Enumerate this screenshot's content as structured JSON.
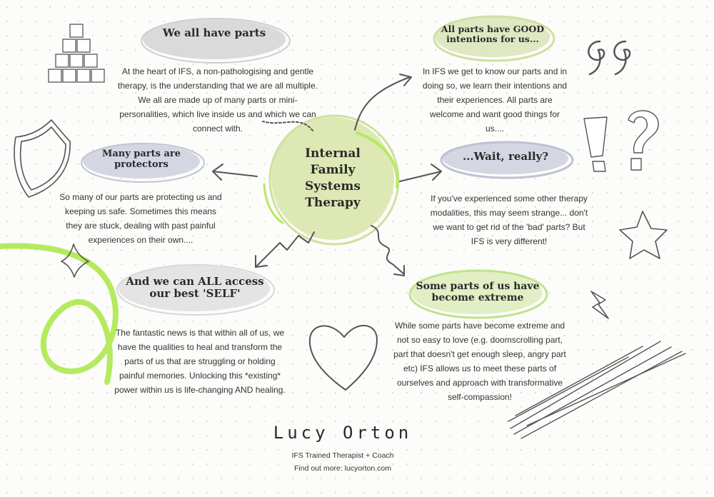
{
  "center": {
    "title": "Internal Family Systems Therapy"
  },
  "nodes": {
    "parts": {
      "title": "We all have parts",
      "body": "At the heart of IFS, a non-pathologising and gentle therapy, is the understanding that we are all multiple. We all are made up of many parts or mini-personalities, which live inside us and which we can connect with."
    },
    "good_intentions": {
      "title": "All parts have GOOD intentions for us...",
      "body": "In IFS we get to know our parts and in doing so, we learn their intentions and their experiences. All parts are welcome and want good things for us...."
    },
    "protectors": {
      "title": "Many parts are protectors",
      "body": "So many of our parts are protecting us and keeping us safe. Sometimes this means they are stuck, dealing with past painful experiences on their own...."
    },
    "wait": {
      "title": "...Wait, really?",
      "body": "If you've experienced some other therapy modalities, this may seem strange... don't we want to get rid of the 'bad' parts? But IFS is very different!"
    },
    "self": {
      "title": "And we can ALL access our best 'SELF'",
      "body": "The fantastic news is that within all of us, we have the qualities to heal and transform the parts of us that are struggling or holding painful memories. Unlocking this *existing* power within us is life-changing AND healing."
    },
    "extreme": {
      "title": "Some parts of us have become extreme",
      "body": "While some parts have become extreme and not so easy to love (e.g. doomscrolling part, part that doesn't get enough sleep, angry part etc) IFS allows us to meet these parts of ourselves and approach with transformative self-compassion!"
    }
  },
  "footer": {
    "signature": "Lucy Orton",
    "role": "IFS Trained Therapist + Coach",
    "link": "Find out more: lucyorton.com"
  },
  "colors": {
    "green": "#cfe09e",
    "lime": "#b6ea5e",
    "grey": "#dadada",
    "blue_grey": "#c9cdd9",
    "ink": "#555555"
  },
  "icons": [
    "blocks-pyramid-icon",
    "quote-marks-icon",
    "shield-icon",
    "exclamation-question-icon",
    "star-icon",
    "diamond-sparkle-icon",
    "lightning-icon",
    "heart-icon",
    "scribble-lines-icon",
    "swirl-line-icon"
  ]
}
